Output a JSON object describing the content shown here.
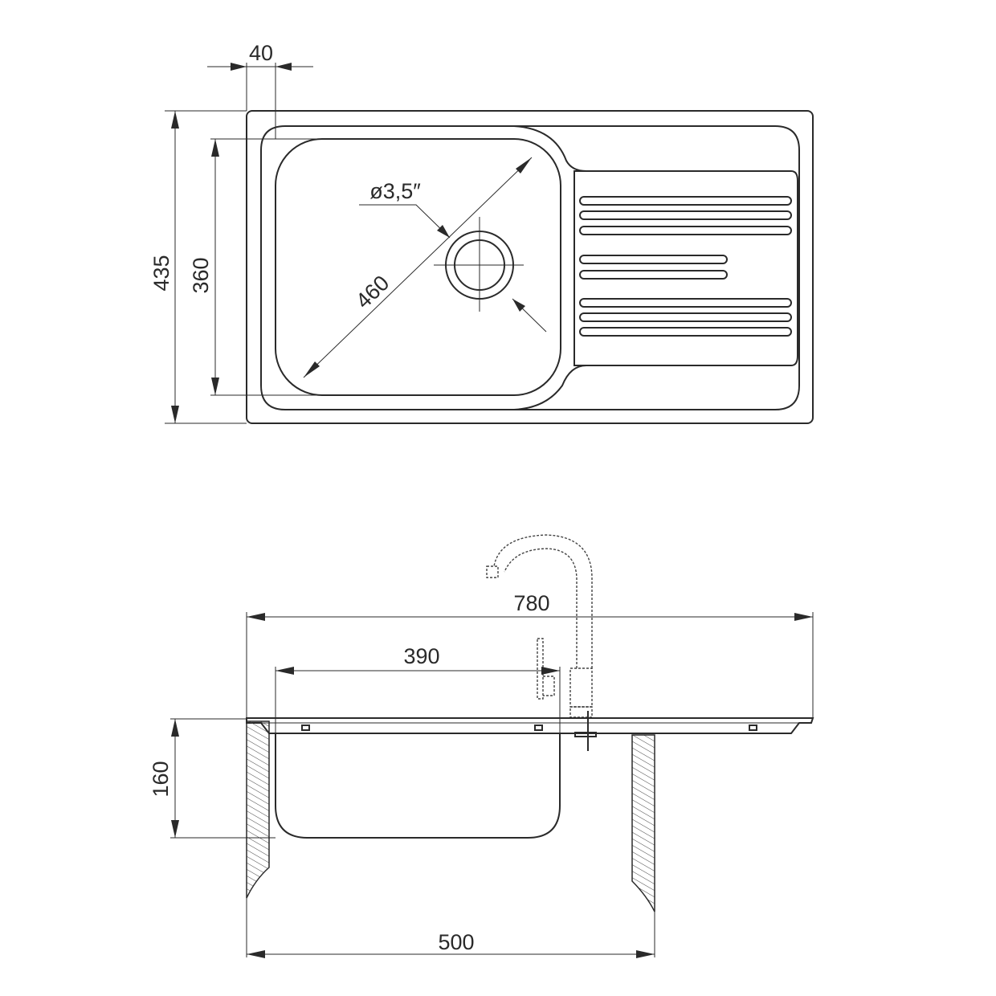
{
  "top_view": {
    "dim_rim_offset": "40",
    "dim_overall_depth": "435",
    "dim_bowl_depth": "360",
    "dim_bowl_diagonal": "460",
    "dim_drain_diameter": "ø3,5″"
  },
  "side_view": {
    "dim_overall_width": "780",
    "dim_bowl_width": "390",
    "dim_bowl_height": "160",
    "dim_cabinet_width": "500"
  }
}
